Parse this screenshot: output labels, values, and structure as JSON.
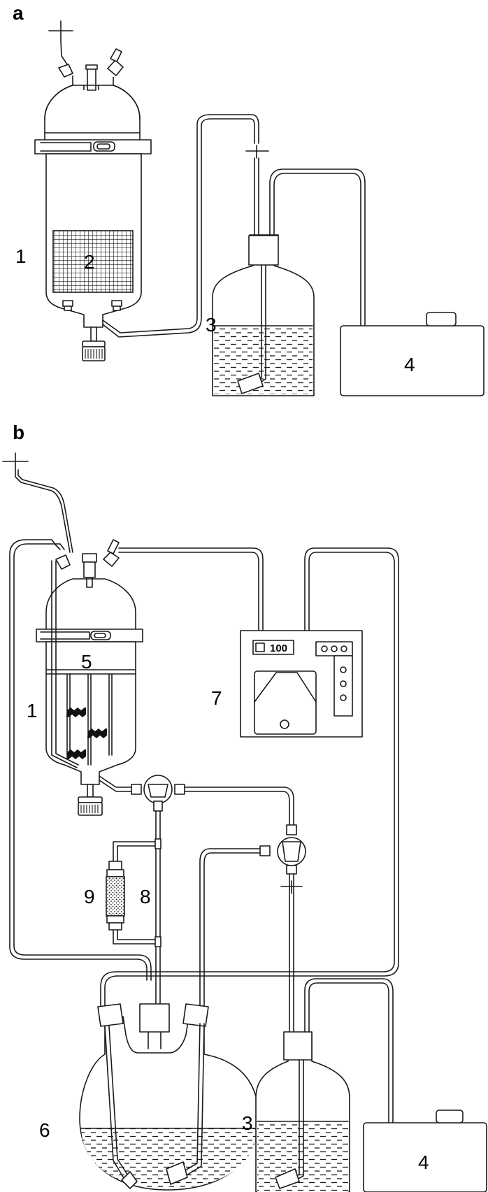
{
  "panels": {
    "a": {
      "letter": "a"
    },
    "b": {
      "letter": "b"
    }
  },
  "labels": {
    "a_1": "1",
    "a_2": "2",
    "a_3": "3",
    "a_4": "4",
    "b_1": "1",
    "b_5": "5",
    "b_7": "7",
    "b_8": "8",
    "b_9": "9",
    "b_6": "6",
    "b_3": "3",
    "b_4": "4"
  },
  "pump_display": "100"
}
